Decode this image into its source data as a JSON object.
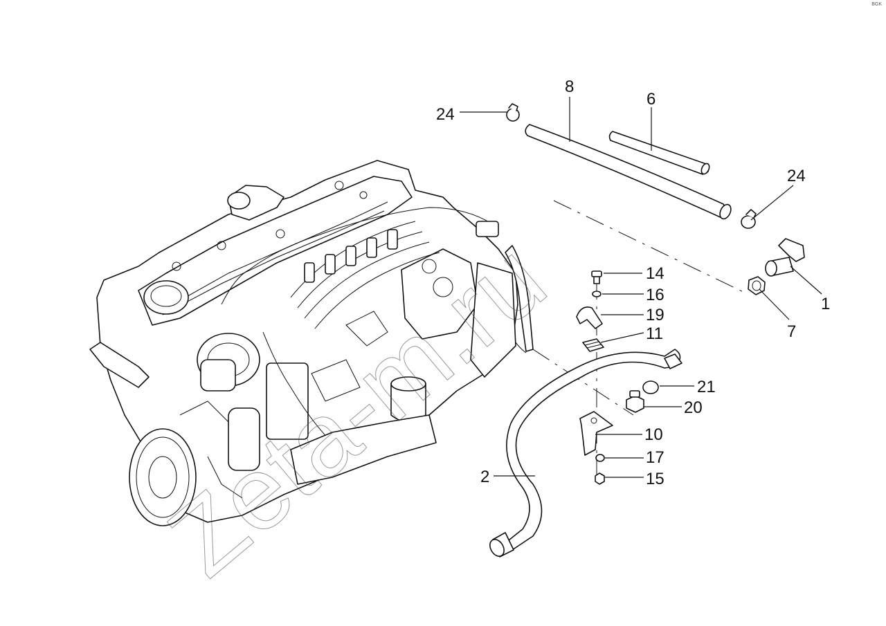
{
  "diagram": {
    "watermark": "Zeta-m.ru",
    "corner_mark": "BGK",
    "callouts": [
      {
        "id": "c24a",
        "label": "24"
      },
      {
        "id": "c8",
        "label": "8"
      },
      {
        "id": "c6",
        "label": "6"
      },
      {
        "id": "c24b",
        "label": "24"
      },
      {
        "id": "c1",
        "label": "1"
      },
      {
        "id": "c7",
        "label": "7"
      },
      {
        "id": "c14",
        "label": "14"
      },
      {
        "id": "c16",
        "label": "16"
      },
      {
        "id": "c19",
        "label": "19"
      },
      {
        "id": "c11",
        "label": "11"
      },
      {
        "id": "c21",
        "label": "21"
      },
      {
        "id": "c20",
        "label": "20"
      },
      {
        "id": "c10",
        "label": "10"
      },
      {
        "id": "c17",
        "label": "17"
      },
      {
        "id": "c15",
        "label": "15"
      },
      {
        "id": "c2",
        "label": "2"
      }
    ]
  }
}
